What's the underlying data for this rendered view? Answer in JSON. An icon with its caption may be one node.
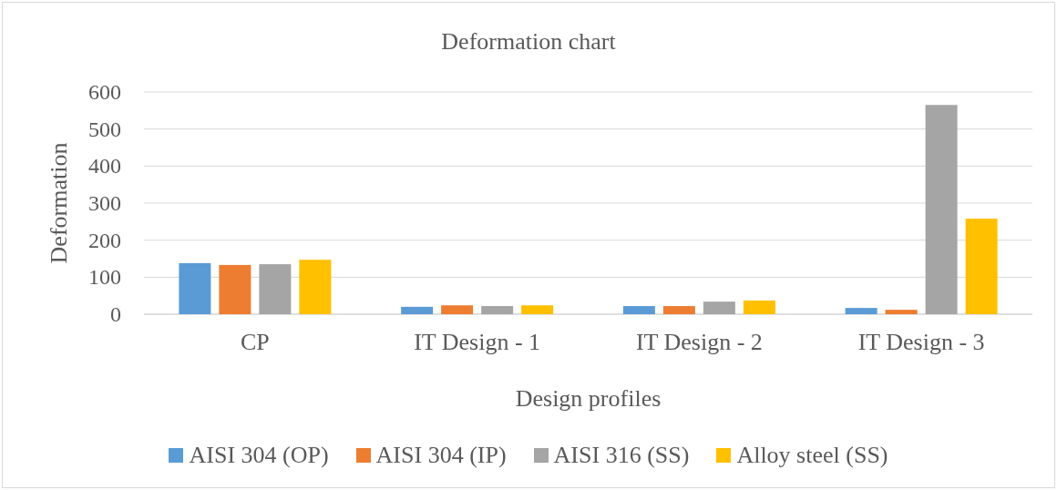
{
  "diagram": {
    "chart_data": {
      "type": "bar",
      "title": "Deformation chart",
      "xlabel": "Design profiles",
      "ylabel": "Deformation",
      "categories": [
        "CP",
        "IT Design - 1",
        "IT Design - 2",
        "IT Design - 3"
      ],
      "series": [
        {
          "name": "AISI 304 (OP)",
          "color": "#5b9bd5",
          "values": [
            138,
            20,
            22,
            17
          ]
        },
        {
          "name": "AISI 304 (IP)",
          "color": "#ed7d31",
          "values": [
            133,
            24,
            22,
            12
          ]
        },
        {
          "name": "AISI 316 (SS)",
          "color": "#a5a5a5",
          "values": [
            135,
            22,
            34,
            565
          ]
        },
        {
          "name": "Alloy steel (SS)",
          "color": "#ffc000",
          "values": [
            147,
            24,
            37,
            258
          ]
        }
      ],
      "grid": true,
      "ylim": [
        0,
        600
      ],
      "yticks": [
        0,
        100,
        200,
        300,
        400,
        500,
        600
      ]
    }
  }
}
